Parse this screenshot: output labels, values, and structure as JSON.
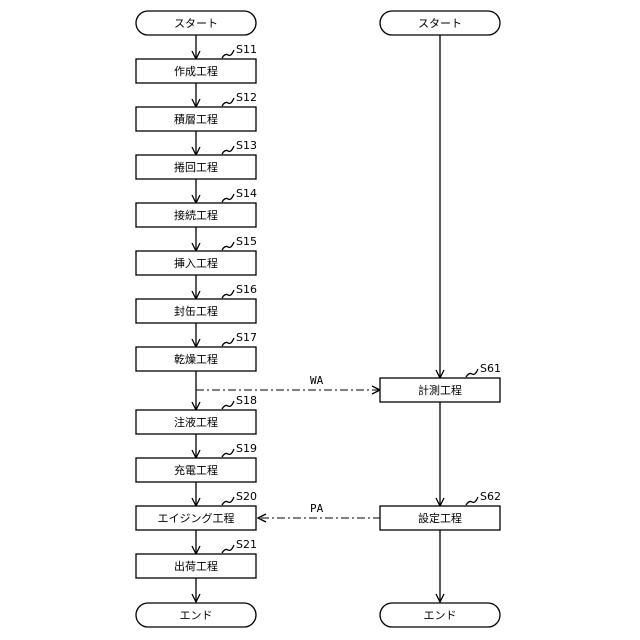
{
  "left_flow": {
    "start": "スタート",
    "end": "エンド",
    "steps": [
      {
        "label": "作成工程",
        "id": "S11"
      },
      {
        "label": "積層工程",
        "id": "S12"
      },
      {
        "label": "捲回工程",
        "id": "S13"
      },
      {
        "label": "接続工程",
        "id": "S14"
      },
      {
        "label": "挿入工程",
        "id": "S15"
      },
      {
        "label": "封缶工程",
        "id": "S16"
      },
      {
        "label": "乾燥工程",
        "id": "S17"
      },
      {
        "label": "注液工程",
        "id": "S18"
      },
      {
        "label": "充電工程",
        "id": "S19"
      },
      {
        "label": "エイジング工程",
        "id": "S20"
      },
      {
        "label": "出荷工程",
        "id": "S21"
      }
    ]
  },
  "right_flow": {
    "start": "スタート",
    "end": "エンド",
    "steps": [
      {
        "label": "計測工程",
        "id": "S61"
      },
      {
        "label": "設定工程",
        "id": "S62"
      }
    ]
  },
  "connectors": {
    "wa": "WA",
    "pa": "PA"
  }
}
